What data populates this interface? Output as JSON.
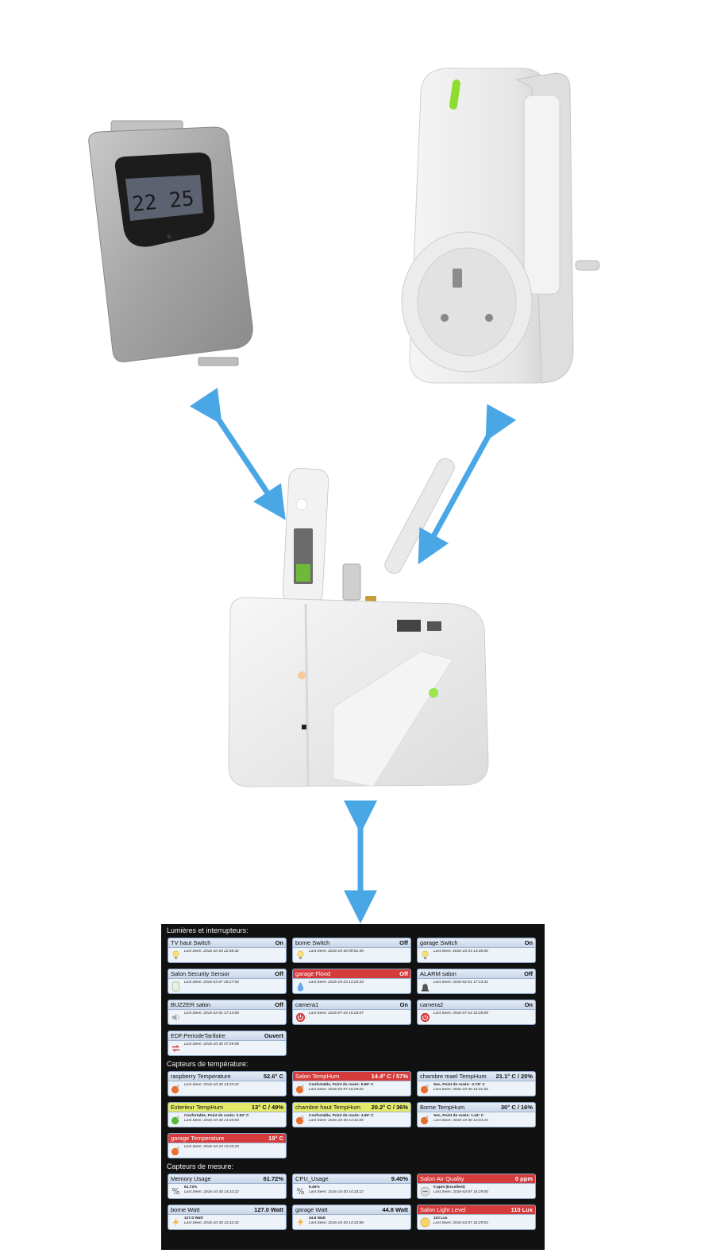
{
  "devices": {
    "thermometer_display": "22 25"
  },
  "dashboard": {
    "sections": [
      {
        "title": "Lumières et interrupteurs:",
        "tiles": [
          {
            "name": "TV haut Switch",
            "value": "On",
            "desc": "",
            "seen": "Last Seen: 2016-10-04 22:38:32",
            "icon": "bulb-icon",
            "header": "normal"
          },
          {
            "name": "borne Switch",
            "value": "Off",
            "desc": "",
            "seen": "Last Seen: 2016-10-30 09:52:49",
            "icon": "bulb-icon",
            "header": "normal"
          },
          {
            "name": "garage Switch",
            "value": "On",
            "desc": "",
            "seen": "Last Seen: 2016-10-23 13:48:00",
            "icon": "bulb-icon",
            "header": "normal"
          },
          {
            "name": "Salon Security Sensor",
            "value": "Off",
            "desc": "",
            "seen": "Last Seen: 2016-03-07 16:27:54",
            "icon": "door-sensor-icon",
            "header": "normal"
          },
          {
            "name": "garage Flood",
            "value": "Off",
            "desc": "",
            "seen": "Last Seen: 2016-10-23 13:20:33",
            "icon": "flood-icon",
            "header": "red"
          },
          {
            "name": "ALARM salon",
            "value": "Off",
            "desc": "",
            "seen": "Last Seen: 2016-02-01 17:13:41",
            "icon": "siren-icon",
            "header": "normal"
          },
          {
            "name": "BUZZER salon",
            "value": "Off",
            "desc": "",
            "seen": "Last Seen: 2016-02-01 17:14:08",
            "icon": "speaker-icon",
            "header": "normal"
          },
          {
            "name": "camera1",
            "value": "On",
            "desc": "",
            "seen": "Last Seen: 2016-07-24 15:28:07",
            "icon": "power-icon",
            "header": "normal"
          },
          {
            "name": "camera2",
            "value": "On",
            "desc": "",
            "seen": "Last Seen: 2016-07-24 15:28:09",
            "icon": "power-icon",
            "header": "normal"
          },
          {
            "name": "EDF.PeriodeTarifaire",
            "value": "Ouvert",
            "desc": "",
            "seen": "Last Seen: 2016-10-30 07:29:08",
            "icon": "swap-arrows-icon",
            "header": "normal"
          }
        ]
      },
      {
        "title": "Capteurs de température:",
        "tiles": [
          {
            "name": "raspberry Temperature",
            "value": "52.6° C",
            "desc": "",
            "seen": "Last Seen: 2016-10-30 14:33:22",
            "icon": "thermometer-icon",
            "header": "normal"
          },
          {
            "name": "Salon TempHum",
            "value": "14.4° C / 57%",
            "desc": "Confortable, Point de rosée: 5.99° C",
            "seen": "Last Seen: 2016-03-07 16:29:02",
            "icon": "thermometer-icon",
            "header": "red"
          },
          {
            "name": "chambre mael TempHum",
            "value": "21.1° C / 20%",
            "desc": "Sec, Point de rosée: -2.78° C",
            "seen": "Last Seen: 2016-10-30 14:31:34",
            "icon": "thermometer-icon",
            "header": "normal"
          },
          {
            "name": "Exterieur TempHum",
            "value": "13° C / 49%",
            "desc": "Confortable, Point de rosée: 2.53° C",
            "seen": "Last Seen: 2016-10-30 14:33:03",
            "icon": "thermometer-green-icon",
            "header": "yellow"
          },
          {
            "name": "chambre haut TempHum",
            "value": "20.2° C / 36%",
            "desc": "Confortable, Point de rosée: 4.65° C",
            "seen": "Last Seen: 2016-10-30 14:31:05",
            "icon": "thermometer-icon",
            "header": "yellow"
          },
          {
            "name": "Borne TempHum",
            "value": "30° C / 16%",
            "desc": "Sec, Point de rosée: 1.44° C",
            "seen": "Last Seen: 2016-10-30 14:04:16",
            "icon": "thermometer-icon",
            "header": "normal"
          },
          {
            "name": "garage Temperature",
            "value": "19° C",
            "desc": "",
            "seen": "Last Seen: 2016-10-23 13:20:33",
            "icon": "thermometer-icon",
            "header": "red"
          }
        ]
      },
      {
        "title": "Capteurs de mesure:",
        "tiles": [
          {
            "name": "Memory Usage",
            "value": "61.72%",
            "desc": "61.72%",
            "seen": "Last Seen: 2016-10-30 14:33:22",
            "icon": "percent-icon",
            "header": "normal"
          },
          {
            "name": "CPU_Usage",
            "value": "9.40%",
            "desc": "9.40%",
            "seen": "Last Seen: 2016-10-30 14:33:22",
            "icon": "percent-icon",
            "header": "normal"
          },
          {
            "name": "Salon Air Quality",
            "value": "0 ppm",
            "desc": "0 ppm (Excellent)",
            "seen": "Last Seen: 2016-03-07 16:29:00",
            "icon": "air-quality-icon",
            "header": "red"
          },
          {
            "name": "borne Watt",
            "value": "127.0 Watt",
            "desc": "127.0 Watt",
            "seen": "Last Seen: 2016-10-30 13:42:42",
            "icon": "lightning-icon",
            "header": "normal"
          },
          {
            "name": "garage Watt",
            "value": "44.8 Watt",
            "desc": "44.8 Watt",
            "seen": "Last Seen: 2016-10-30 14:33:08",
            "icon": "lightning-icon",
            "header": "normal"
          },
          {
            "name": "Salon Light Level",
            "value": "110 Lux",
            "desc": "110 Lux",
            "seen": "Last Seen: 2016-03-07 16:29:03",
            "icon": "lux-icon",
            "header": "red"
          }
        ]
      }
    ]
  }
}
